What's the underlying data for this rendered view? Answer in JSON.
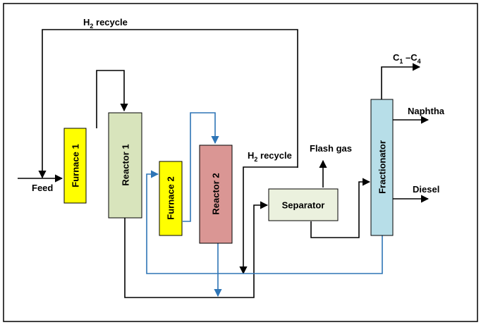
{
  "units": {
    "furnace1": "Furnace 1",
    "reactor1": "Reactor 1",
    "furnace2": "Furnace 2",
    "reactor2": "Reactor 2",
    "separator": "Separator",
    "fractionator": "Fractionator"
  },
  "streams": {
    "feed": "Feed",
    "h2_recycle_top": {
      "prefix": "H",
      "sub": "2",
      "suffix": " recycle"
    },
    "h2_recycle_mid": {
      "prefix": "H",
      "sub": "2",
      "suffix": " recycle"
    },
    "flash_gas": "Flash gas",
    "c1c4": {
      "a": "C",
      "a_sub": "1",
      "dash": " –C",
      "b_sub": "4"
    },
    "naphtha": "Naphtha",
    "diesel": "Diesel"
  },
  "colors": {
    "furnace": "#ffff00",
    "reactor1": "#d8e4bc",
    "reactor2": "#da9694",
    "separator": "#ebf1de",
    "fractionator": "#b7dee8",
    "blue_line": "#2e75b6",
    "black_line": "#000000"
  }
}
